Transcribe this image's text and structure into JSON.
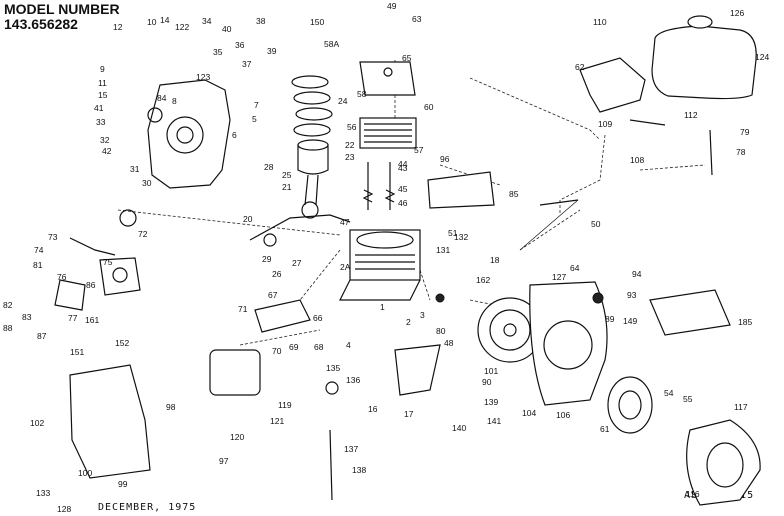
{
  "header": {
    "title": "MODEL NUMBER",
    "model": "143.656282"
  },
  "footer": {
    "date": "DECEMBER, 1975",
    "ref": "AS 103 115"
  },
  "part_numbers": [
    "1",
    "2",
    "2A",
    "3",
    "4",
    "5",
    "6",
    "7",
    "8",
    "9",
    "10",
    "11",
    "12",
    "14",
    "15",
    "16",
    "17",
    "18",
    "20",
    "21",
    "22",
    "23",
    "24",
    "25",
    "26",
    "27",
    "28",
    "29",
    "30",
    "31",
    "32",
    "33",
    "34",
    "35",
    "36",
    "37",
    "38",
    "39",
    "40",
    "41",
    "42",
    "43",
    "44",
    "45",
    "46",
    "47",
    "48",
    "49",
    "50",
    "51",
    "54",
    "55",
    "56",
    "57",
    "58",
    "58A",
    "60",
    "61",
    "62",
    "63",
    "64",
    "65",
    "66",
    "67",
    "68",
    "69",
    "70",
    "71",
    "72",
    "73",
    "74",
    "75",
    "76",
    "77",
    "78",
    "79",
    "80",
    "81",
    "82",
    "83",
    "84",
    "85",
    "86",
    "87",
    "88",
    "89",
    "90",
    "93",
    "94",
    "96",
    "97",
    "98",
    "99",
    "100",
    "101",
    "102",
    "104",
    "106",
    "108",
    "109",
    "110",
    "112",
    "116",
    "117",
    "119",
    "120",
    "121",
    "122",
    "123",
    "124",
    "126",
    "127",
    "128",
    "131",
    "132",
    "133",
    "135",
    "136",
    "137",
    "138",
    "139",
    "140",
    "141",
    "149",
    "150",
    "151",
    "152",
    "161",
    "162",
    "185"
  ]
}
